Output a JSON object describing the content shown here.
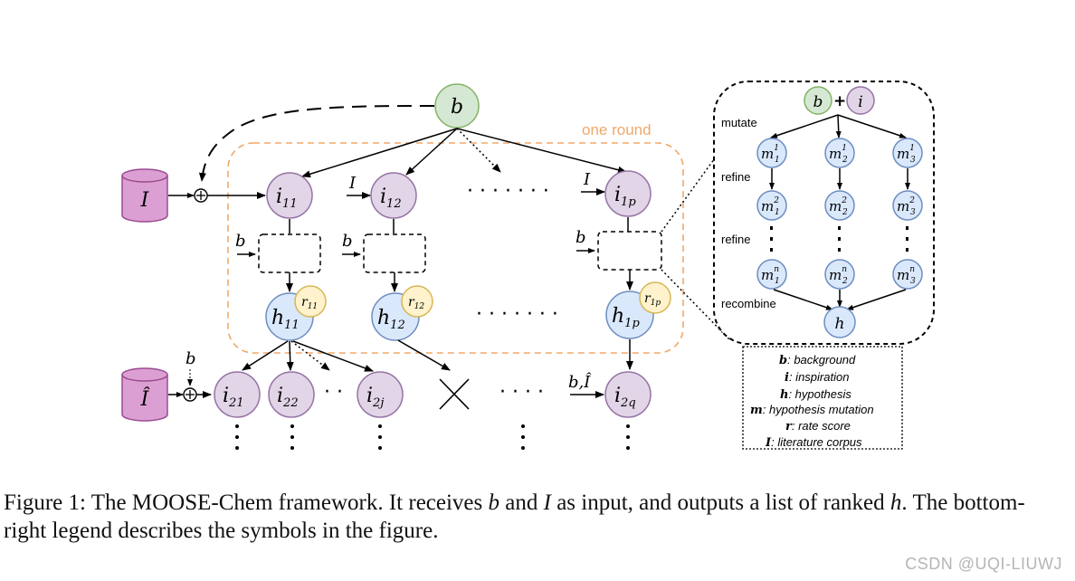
{
  "diagram": {
    "round_label": "one round",
    "nodes": {
      "b": "b",
      "I_top": "I",
      "I_bottom": "Î",
      "i11": "11",
      "i12": "12",
      "i1p": "1p",
      "h11": "11",
      "h12": "12",
      "h1p": "1p",
      "r11": "11",
      "r12": "12",
      "r1p": "1p",
      "i21": "21",
      "i22": "22",
      "i2j": "2j",
      "i2q": "2q"
    },
    "input_labels": {
      "I_arrow": "I",
      "b_arrow": "b",
      "b_hat_I": "b,Î"
    },
    "zoom_panel": {
      "labels": [
        "mutate",
        "refine",
        "refine",
        "recombine"
      ],
      "m_subscripts": [
        "1",
        "2",
        "3",
        "1",
        "2",
        "3",
        "1",
        "2",
        "3"
      ],
      "m_superscripts": [
        "1",
        "1",
        "1",
        "2",
        "2",
        "2",
        "n",
        "n",
        "n"
      ],
      "plus": "+"
    },
    "legend": [
      {
        "symbol": "b",
        "text": ": background"
      },
      {
        "symbol": "i",
        "text": ": inspiration"
      },
      {
        "symbol": "h",
        "text": ": hypothesis"
      },
      {
        "symbol": "m",
        "text": ": hypothesis mutation"
      },
      {
        "symbol": "r",
        "text": ": rate score"
      },
      {
        "symbol": "I",
        "text": ": literature corpus"
      }
    ]
  },
  "caption": {
    "prefix": "Figure 1: The MOOSE-Chem framework. It receives ",
    "b": "b",
    "and": " and ",
    "I": "I",
    "mid": " as input, and outputs a list of ranked ",
    "h": "h",
    "suffix": ". The bottom-right legend describes the symbols in the figure."
  },
  "watermark": "CSDN @UQI-LIUWJ",
  "colors": {
    "green": "#d5e8d4",
    "green_stroke": "#82b366",
    "purple": "#e1d5e7",
    "purple_stroke": "#9673a6",
    "blue": "#dae8fc",
    "blue_stroke": "#6c8ebf",
    "yellow": "#fff2cc",
    "yellow_stroke": "#d6b656",
    "cylinder": "#dc9fd3",
    "cylinder_stroke": "#9a4b90",
    "round_border": "#f0a86a"
  }
}
